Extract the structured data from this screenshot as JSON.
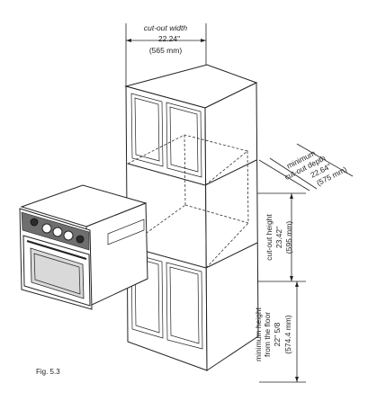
{
  "figure": {
    "caption": "Fig. 5.3"
  },
  "dimensions": {
    "cutout_width": {
      "label": "cut-out width",
      "imperial": "22.24\"",
      "metric": "(565 mm)"
    },
    "minimum_cutout_depth": {
      "label_line1": "minimum",
      "label_line2": "cut-out depth",
      "imperial": "22.64\"",
      "metric": "(575 mm)"
    },
    "cutout_height": {
      "label": "cut-out height",
      "imperial": "23.42\"",
      "metric": "(595 mm)"
    },
    "minimum_height_from_floor": {
      "label_line1": "minimum height",
      "label_line2": "from the floor",
      "imperial": "22\" 5/8",
      "metric": "(574.4 mm)"
    }
  }
}
